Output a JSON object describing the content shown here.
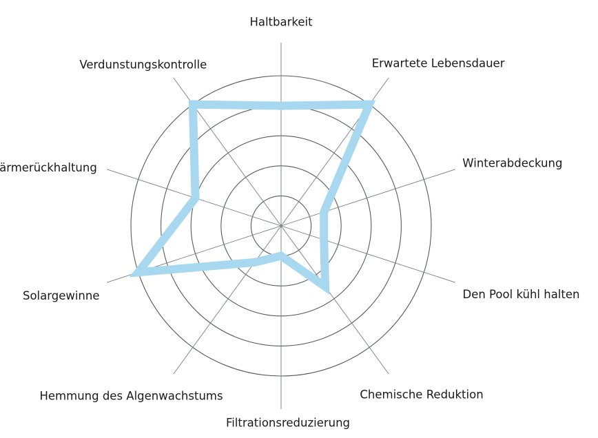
{
  "chart_data": {
    "type": "radar",
    "axes": [
      "Haltbarkeit",
      "Erwartete Lebensdauer",
      "Winterabdeckung",
      "Den Pool kühl halten",
      "Chemische Reduktion",
      "Filtrationsreduzierung",
      "Hemmung des Algenwachstums",
      "Solargewinne",
      "Wärmerückhaltung",
      "Verdunstungskontrolle"
    ],
    "rings": 5,
    "range": [
      0,
      5
    ],
    "grid": true,
    "series": [
      {
        "color": "#a8d8ef",
        "values": [
          4,
          5,
          1.5,
          1.5,
          2.5,
          1,
          1.5,
          5,
          3,
          5
        ]
      }
    ]
  }
}
